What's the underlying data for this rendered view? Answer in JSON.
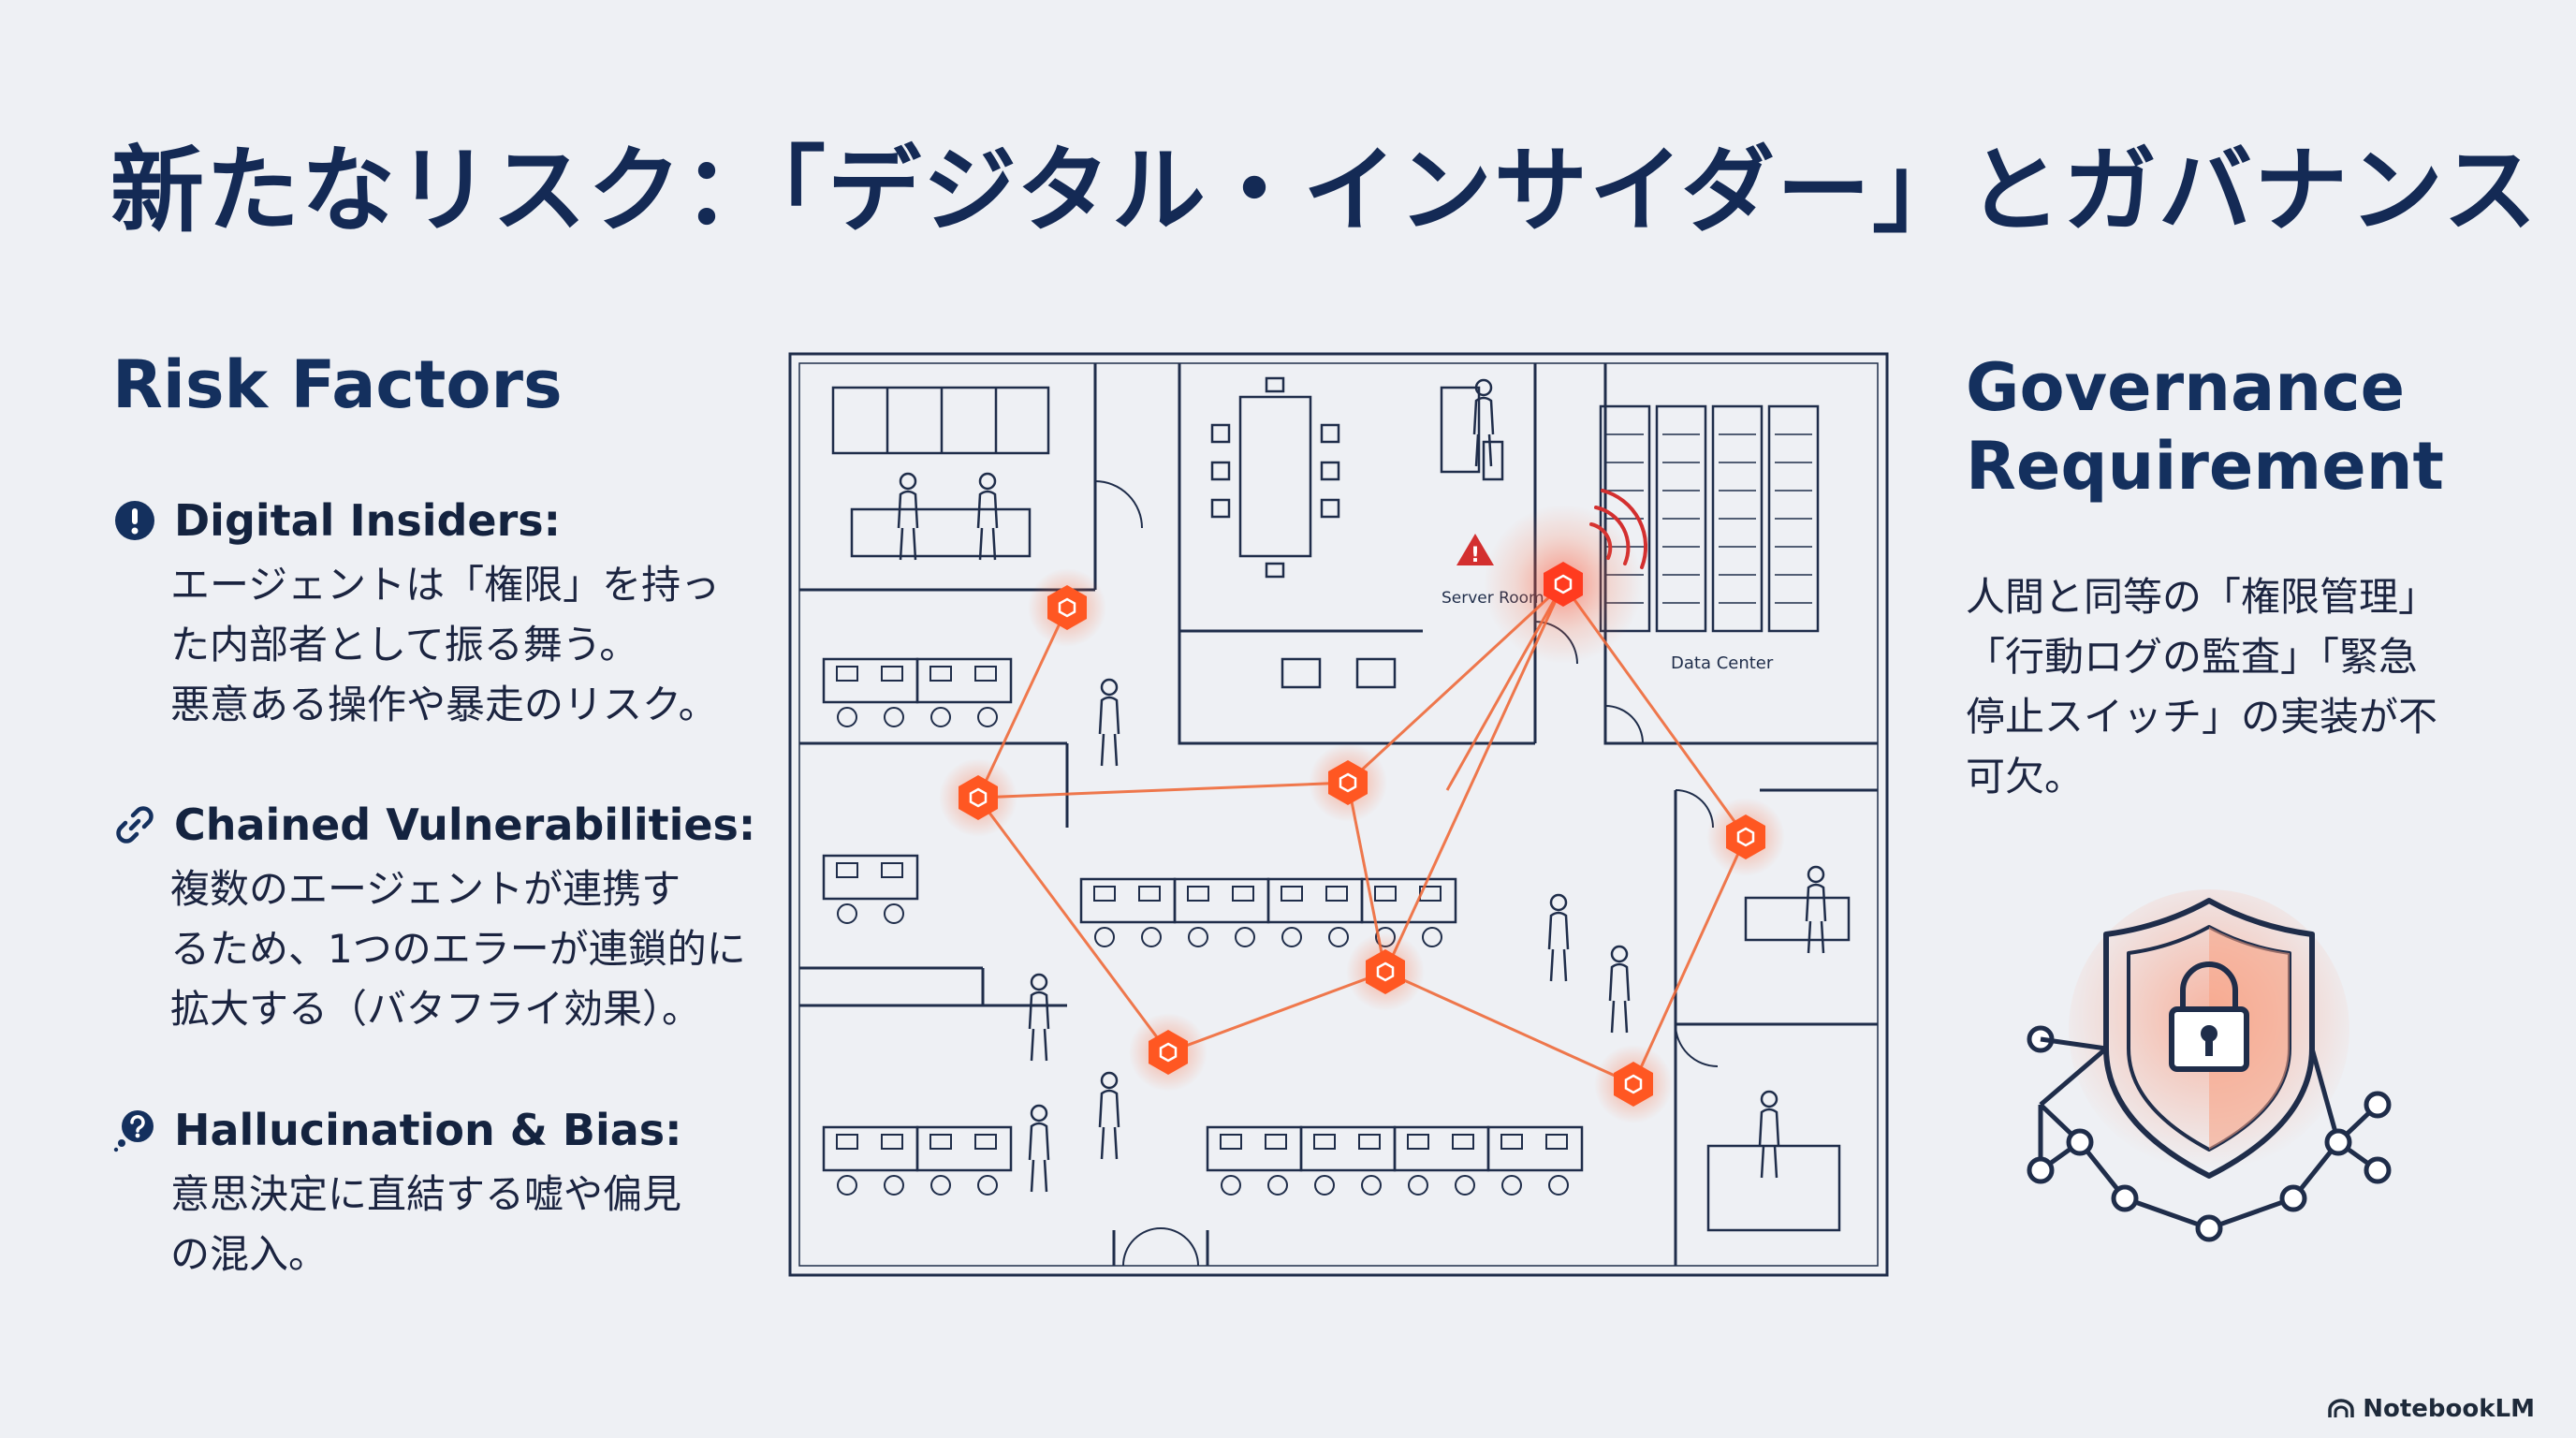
{
  "title": "新たなリスク：「デジタル・インサイダー」とガバナンス",
  "risk": {
    "heading": "Risk Factors",
    "factors": [
      {
        "icon": "exclamation-circle-icon",
        "title": "Digital Insiders:",
        "lines": [
          "エージェントは「権限」を持っ",
          "た内部者として振る舞う。",
          "悪意ある操作や暴走のリスク。"
        ]
      },
      {
        "icon": "chain-link-icon",
        "title": "Chained Vulnerabilities:",
        "lines": [
          "複数のエージェントが連携す",
          "るため、1つのエラーが連鎖的に",
          "拡大する（バタフライ効果）。"
        ]
      },
      {
        "icon": "question-bubble-icon",
        "title": "Hallucination & Bias:",
        "lines": [
          "意思決定に直結する嘘や偏見",
          "の混入。"
        ]
      }
    ]
  },
  "plan": {
    "server_room_label": "Server Room",
    "data_center_label": "Data Center",
    "accent": "#ff5722",
    "line_color": "#1f2d4a"
  },
  "governance": {
    "heading": "Governance Requirement",
    "lines": [
      "人間と同等の「権限管理」",
      "「行動ログの監査」「緊急",
      "停止スイッチ」の実装が不",
      "可欠。"
    ],
    "icon": "shield-lock-network-icon"
  },
  "brand": {
    "name": "NotebookLM",
    "icon": "notebooklm-logo-icon"
  }
}
